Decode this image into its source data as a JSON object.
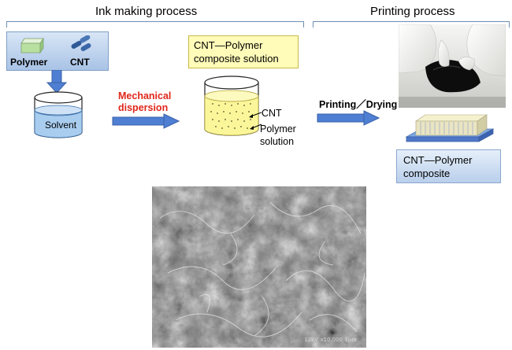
{
  "sections": {
    "ink_making": "Ink making process",
    "printing": "Printing process"
  },
  "ingredients": {
    "polymer": "Polymer",
    "cnt": "CNT"
  },
  "solvent": "Solvent",
  "mechanical_dispersion": "Mechanical\ndispersion",
  "composite_solution": "CNT—Polymer\ncomposite solution",
  "cnt_label": "CNT",
  "polymer_solution": "Polymer\nsolution",
  "printing_drying": "Printing／Drying",
  "composite_result": "CNT—Polymer\ncomposite",
  "sem_caption": "12kV  x10,000  1μm",
  "colors": {
    "arrow_blue": "#4f7fd3",
    "accent_red": "#e0261a",
    "liquid_blue": "#a9cdef",
    "composite_yellow": "#fbf69a"
  }
}
